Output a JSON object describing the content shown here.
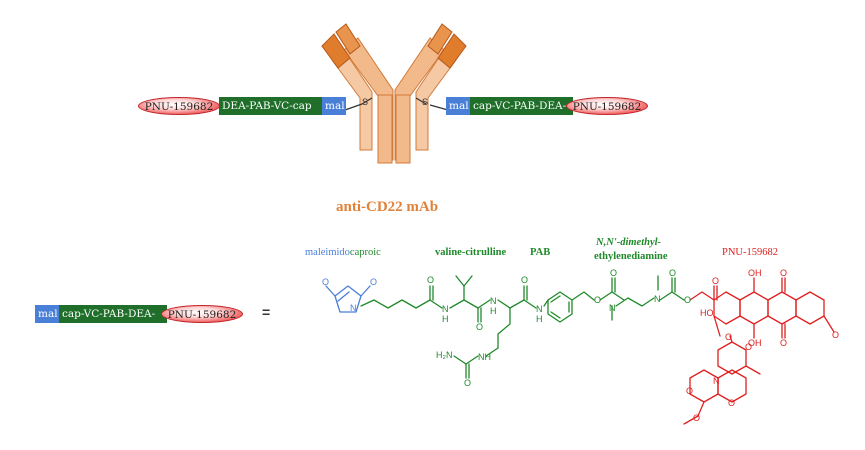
{
  "antibody": {
    "label": "anti-CD22 mAb",
    "color_heavy": "#f2b98a",
    "color_light": "#e07d2c",
    "sulfur_left": "S",
    "sulfur_right": "S"
  },
  "left_conjugate": {
    "payload": "PNU-159682",
    "linker": "DEA-PAB-VC-cap",
    "maleimide": "mal"
  },
  "right_conjugate": {
    "maleimide": "mal",
    "linker": "cap-VC-PAB-DEA-",
    "payload": "PNU-159682"
  },
  "legend_conjugate": {
    "maleimide": "mal",
    "linker": "cap-VC-PAB-DEA-",
    "payload": "PNU-159682",
    "equals": "="
  },
  "structure_labels": {
    "maleimido": "maleimido",
    "caproic": "caproic",
    "valine_citrulline": "valine-citrulline",
    "pab": "PAB",
    "dmeda_line1": "N,N'-dimethyl-",
    "dmeda_line2": "ethylenediamine",
    "pnu": "PNU-159682"
  },
  "colors": {
    "maleimide": "#4a7fd8",
    "linker": "#1f8a2a",
    "payload": "#e02020",
    "mab_label": "#e0823a"
  },
  "atoms": {
    "N": "N",
    "O": "O",
    "H": "H",
    "NH": "NH",
    "H2N": "H₂N",
    "HO": "HO",
    "OH": "OH"
  }
}
